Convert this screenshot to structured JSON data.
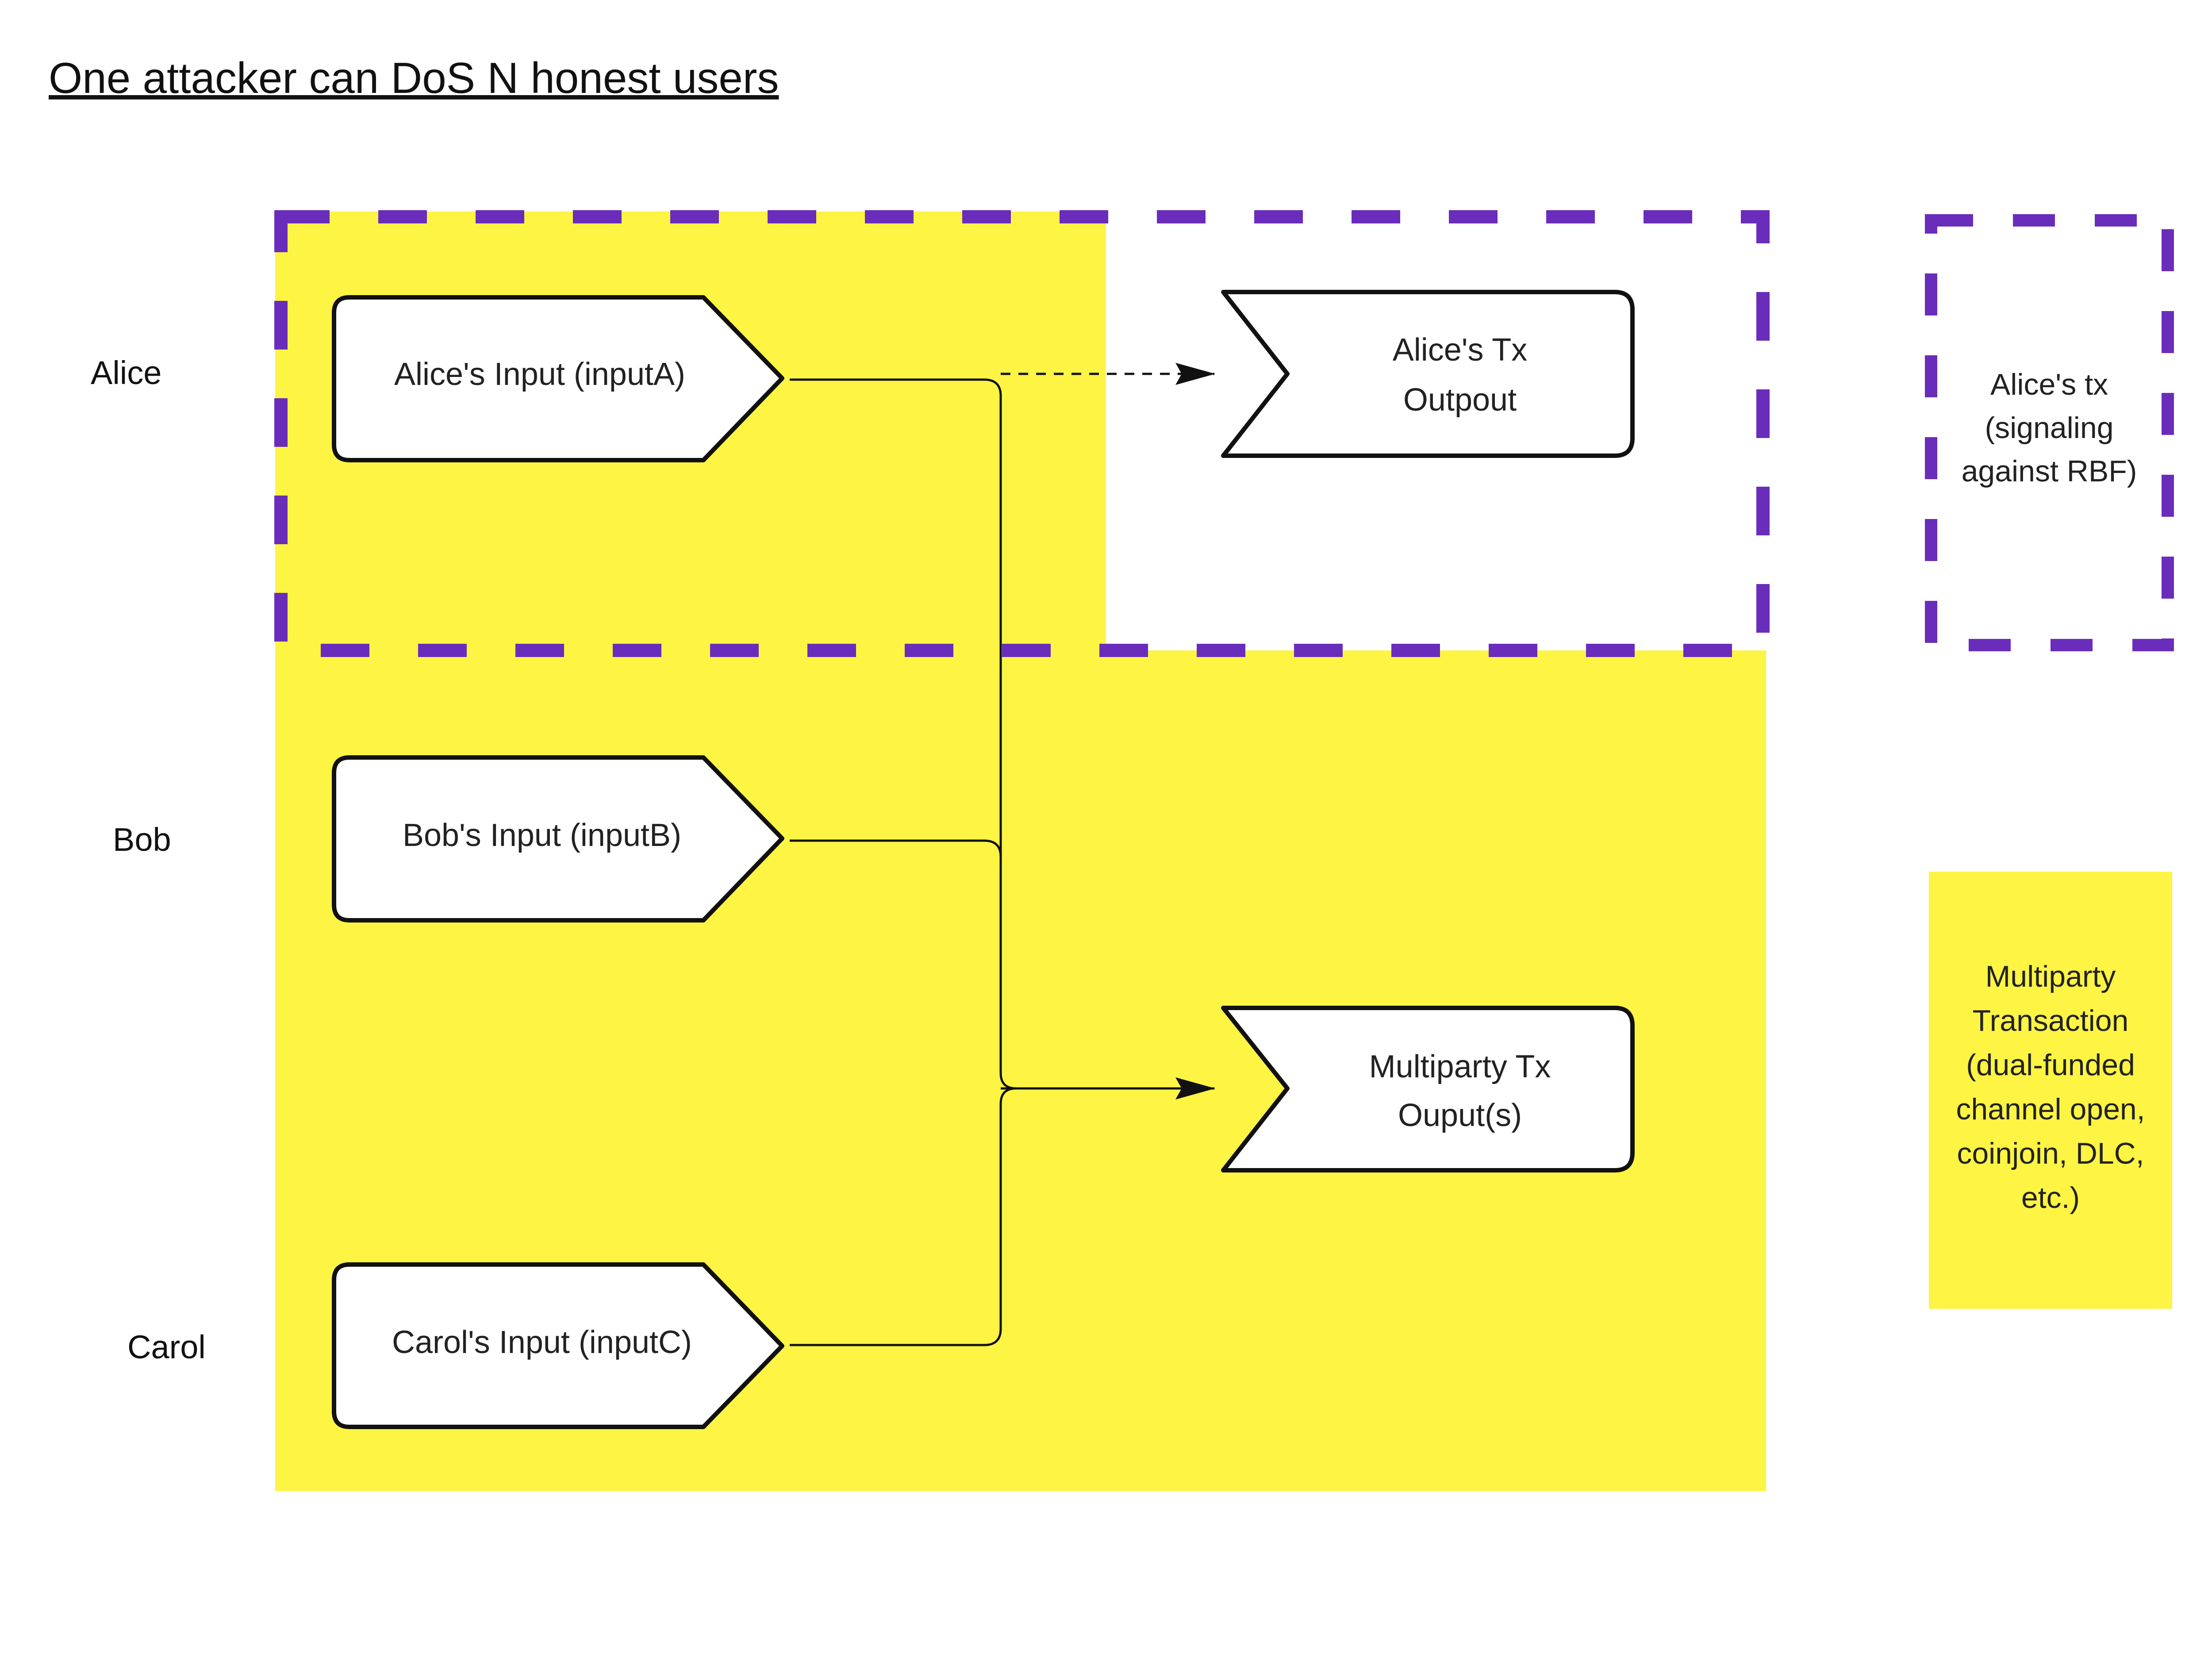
{
  "title": "One attacker can DoS N honest users",
  "participants": {
    "alice": "Alice",
    "bob": "Bob",
    "carol": "Carol"
  },
  "inputs": {
    "alice": "Alice's Input (inputA)",
    "bob": "Bob's Input (inputB)",
    "carol": "Carol's Input (inputC)"
  },
  "outputs": {
    "alice_tx": [
      "Alice's Tx",
      "Outpout"
    ],
    "multiparty_tx": [
      "Multiparty Tx",
      "Ouput(s)"
    ]
  },
  "legend": {
    "alice_tx": [
      "Alice's tx",
      "(signaling",
      "against RBF)"
    ],
    "multiparty": [
      "Multiparty",
      "Transaction",
      "(dual-funded",
      "channel open,",
      "coinjoin, DLC,",
      "etc.)"
    ]
  },
  "colors": {
    "multiparty_fill": "#FDF444",
    "alice_tx_border": "#6A2DBB",
    "shape_stroke": "#111111",
    "shape_fill": "#ffffff"
  }
}
